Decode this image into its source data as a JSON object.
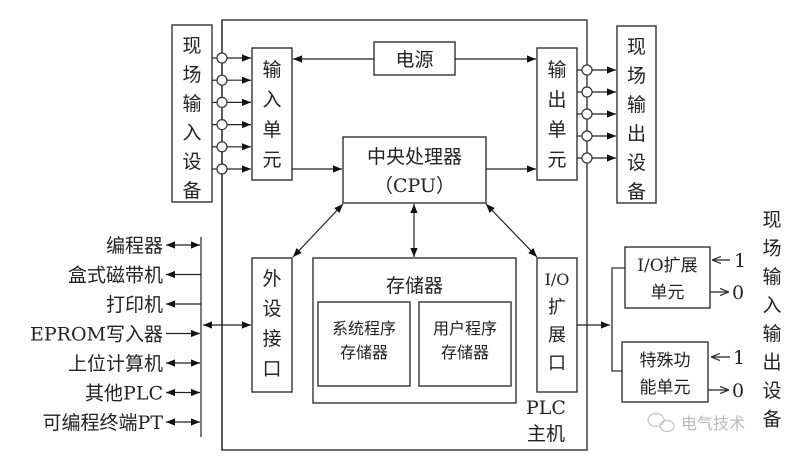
{
  "diagram": {
    "type": "block-diagram",
    "plc_main": {
      "label_line1": "PLC",
      "label_line2": "主机"
    },
    "field_input_devices": {
      "label": "现场输入设备",
      "connections": 6
    },
    "field_output_devices": {
      "label": "现场输出设备",
      "connections": 5
    },
    "input_unit": {
      "label": "输入单元"
    },
    "output_unit": {
      "label": "输出单元"
    },
    "power_supply": {
      "label": "电源"
    },
    "cpu": {
      "label_line1": "中央处理器",
      "label_line2": "（CPU）"
    },
    "peripheral_interface": {
      "label": "外设接口"
    },
    "memory": {
      "label": "存储器",
      "system_program": {
        "line1": "系统程序",
        "line2": "存储器"
      },
      "user_program": {
        "line1": "用户程序",
        "line2": "存储器"
      }
    },
    "io_expansion_port": {
      "line1": "I/O",
      "line2": "扩",
      "line3": "展",
      "line4": "口"
    },
    "io_expansion_unit": {
      "line1": "I/O扩展",
      "line2": "单元",
      "in_label": "1",
      "out_label": "0"
    },
    "special_function_unit": {
      "line1": "特殊功",
      "line2": "能单元",
      "in_label": "1",
      "out_label": "0"
    },
    "right_field_label": "现场输入输出设备",
    "peripherals": [
      {
        "label": "编程器",
        "direction": "both"
      },
      {
        "label": "盒式磁带机",
        "direction": "out"
      },
      {
        "label": "打印机",
        "direction": "out"
      },
      {
        "label": "EPROM写入器",
        "direction": "in"
      },
      {
        "label": "上位计算机",
        "direction": "both"
      },
      {
        "label": "其他PLC",
        "direction": "both"
      },
      {
        "label": "可编程终端PT",
        "direction": "both"
      }
    ]
  },
  "watermark": {
    "text": "电气技术",
    "icon": "wechat-icon"
  },
  "colors": {
    "line": "#222222",
    "box_stroke": "#333333",
    "watermark": "#b8b8b8"
  }
}
